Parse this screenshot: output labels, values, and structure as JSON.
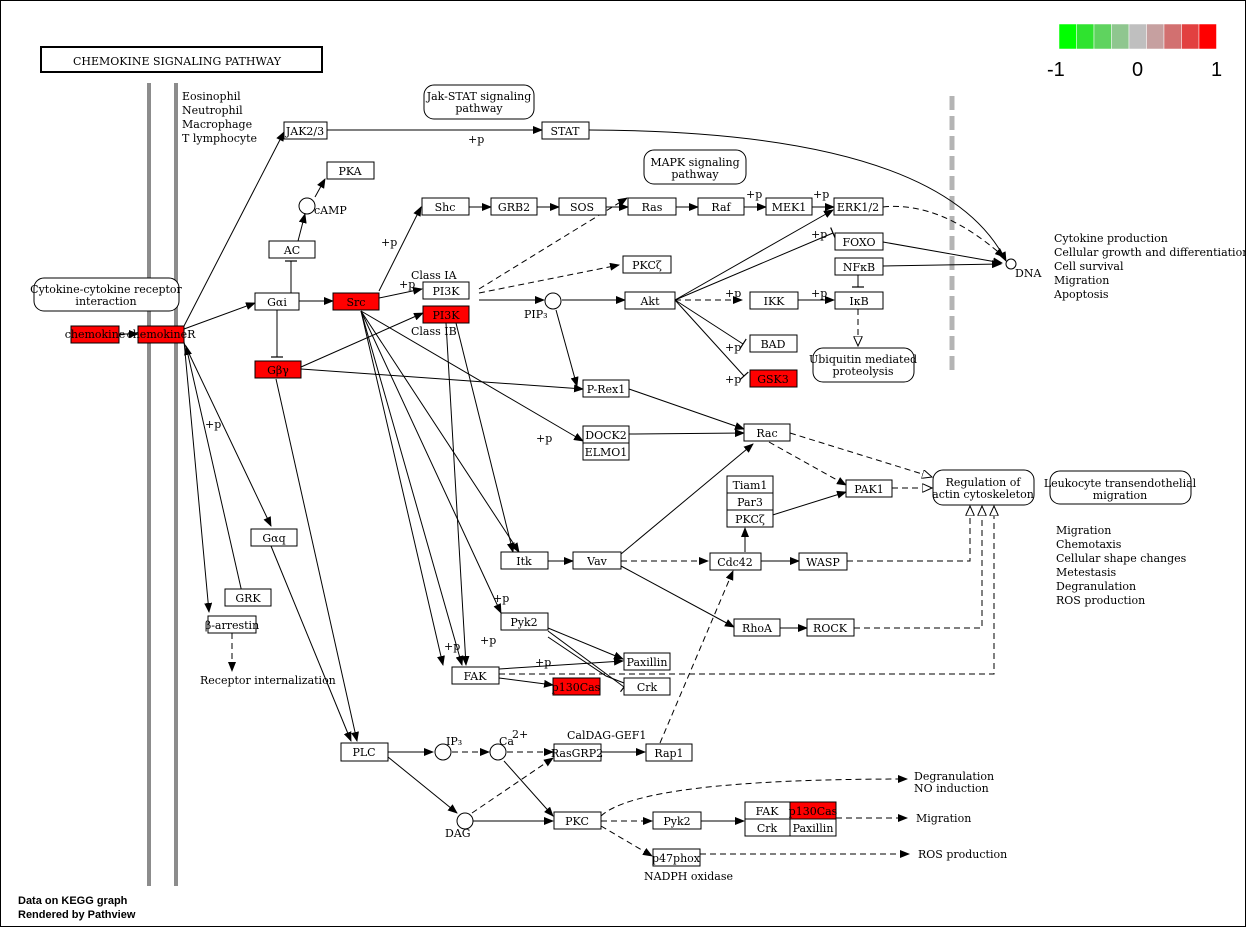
{
  "title": "CHEMOKINE SIGNALING PATHWAY",
  "legend": {
    "colors": [
      "#00ff00",
      "#2fe32f",
      "#5fd35f",
      "#8fc68f",
      "#bfbfbf",
      "#c6a0a0",
      "#d27070",
      "#e24040",
      "#ff0000"
    ],
    "ticks": [
      "-1",
      "0",
      "1"
    ]
  },
  "footer": {
    "line1": "Data on KEGG graph",
    "line2": "Rendered by Pathview"
  },
  "colors": {
    "up": "#ff0000",
    "none": "#ffffff"
  },
  "genes": {
    "chemokine": "chemokine",
    "chemokineR": "chemokineR",
    "jak": "JAK2/3",
    "stat": "STAT",
    "pka": "PKA",
    "ac": "AC",
    "gai": "Gαi",
    "src": "Src",
    "gby": "Gβγ",
    "pi3k_a": "PI3K",
    "pi3k_b": "PI3K",
    "shc": "Shc",
    "grb2": "GRB2",
    "sos": "SOS",
    "ras": "Ras",
    "raf": "Raf",
    "mek1": "MEK1",
    "erk": "ERK1/2",
    "foxo": "FOXO",
    "nfkb": "NFκB",
    "ikb": "IκB",
    "pkcz": "PKCζ",
    "akt": "Akt",
    "ikk": "IKK",
    "bad": "BAD",
    "gsk3": "GSK3",
    "prex1": "P-Rex1",
    "dock2": "DOCK2",
    "elmo1": "ELMO1",
    "rac": "Rac",
    "tiam1": "Tiam1",
    "par3": "Par3",
    "pkcz2": "PKCζ",
    "pak1": "PAK1",
    "gaq": "Gαq",
    "grk": "GRK",
    "barr": "β-arrestin",
    "itk": "Itk",
    "vav": "Vav",
    "cdc42": "Cdc42",
    "wasp": "WASP",
    "pyk2": "Pyk2",
    "rhoa": "RhoA",
    "rock": "ROCK",
    "paxillin": "Paxillin",
    "fak": "FAK",
    "p130cas": "p130Cas",
    "crk": "Crk",
    "plc": "PLC",
    "rasgrp2": "RasGRP2",
    "rap1": "Rap1",
    "pkc": "PKC",
    "pyk2b": "Pyk2",
    "fak2": "FAK",
    "p130cas2": "p130Cas",
    "crk2": "Crk",
    "paxillin2": "Paxillin",
    "p47phox": "p47phox"
  },
  "maps": {
    "jakstat": [
      "Jak-STAT signaling",
      "pathway"
    ],
    "mapk": [
      "MAPK signaling",
      "pathway"
    ],
    "cytokine": [
      "Cytokine-cytokine receptor",
      "interaction"
    ],
    "ubiq": [
      "Ubiquitin mediated",
      "proteolysis"
    ],
    "actin": [
      "Regulation of",
      "actin cytoskeleton"
    ],
    "leuko": [
      "Leukocyte transendothelial",
      "migration"
    ]
  },
  "labels": {
    "cells": [
      "Eosinophil",
      "Neutrophil",
      "Macrophage",
      "T lymphocyte"
    ],
    "outputs_dna": [
      "Cytokine production",
      "Cellular growth and differentiation",
      "Cell survival",
      "Migration",
      "Apoptosis"
    ],
    "outputs_actin": [
      "Migration",
      "Chemotaxis",
      "Cellular shape changes",
      "Metestasis",
      "Degranulation",
      "ROS production"
    ],
    "camp": "cAMP",
    "pip3": "PIP₃",
    "ip3": "IP₃",
    "ca": "Ca",
    "ca_sup": "2+",
    "dag": "DAG",
    "dna": "DNA",
    "class_ia": "Class IA",
    "class_ib": "Class IB",
    "caldag": "CalDAG-GEF1",
    "nadph": "NADPH oxidase",
    "receptor_int": "Receptor internalization",
    "degran": [
      "Degranulation",
      "NO induction"
    ],
    "migration": "Migration",
    "ros": "ROS production",
    "plus_p": "+p"
  }
}
